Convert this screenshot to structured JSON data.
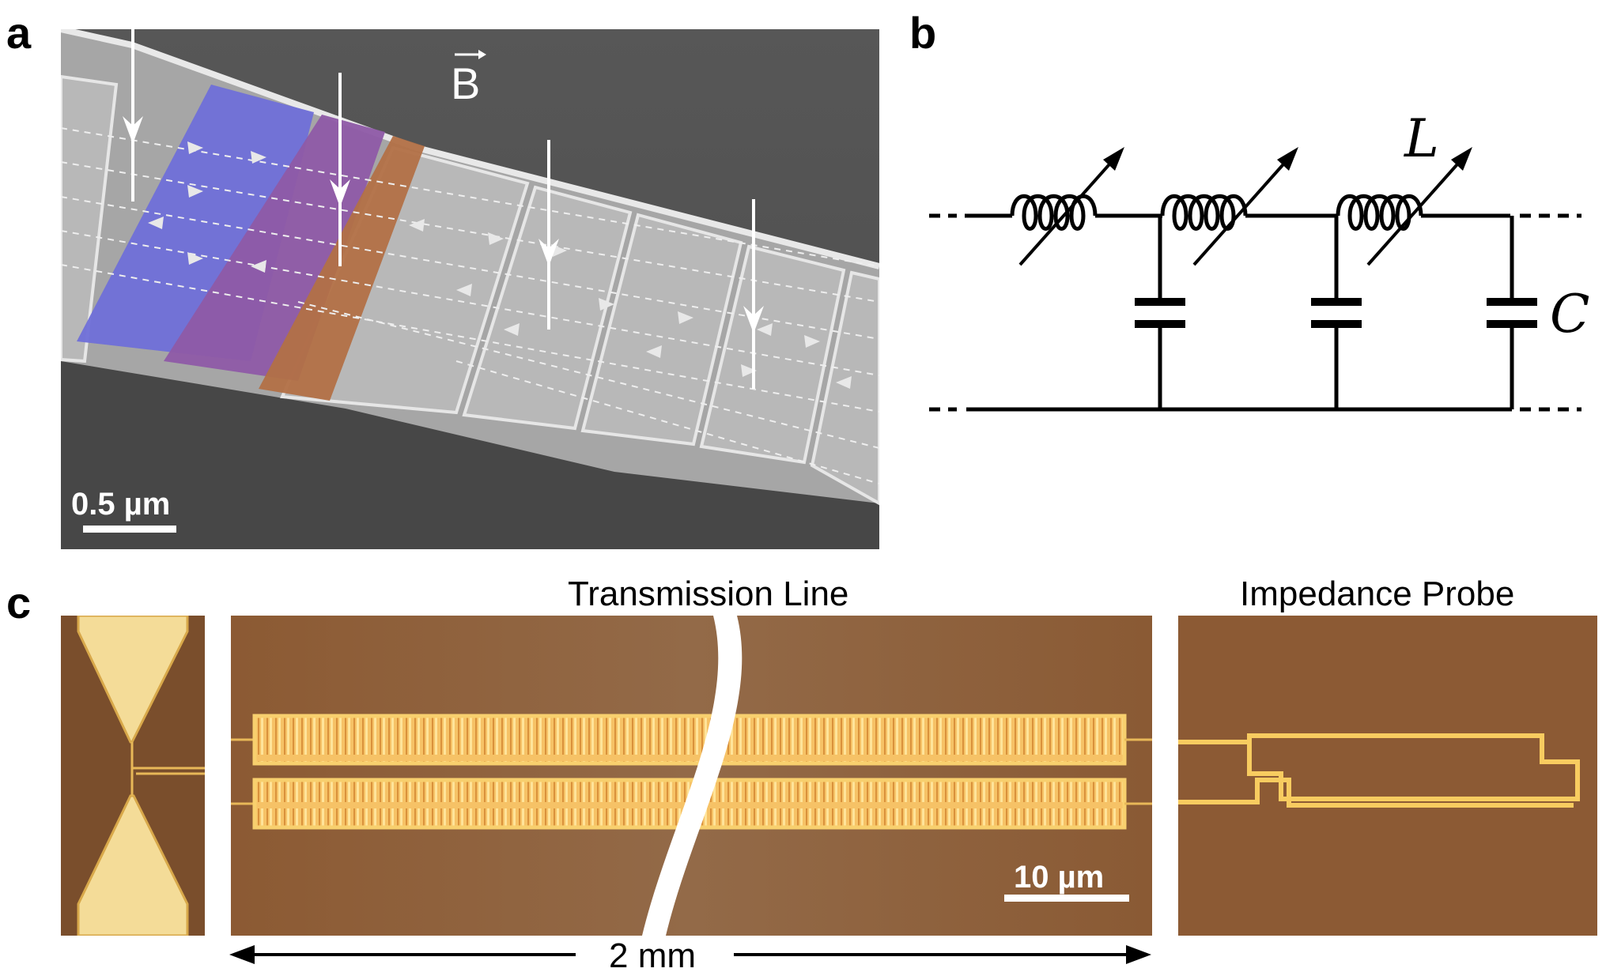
{
  "panels": {
    "a": {
      "label": "a",
      "field_label": "B",
      "scale_bar_label": "0.5 µm"
    },
    "b": {
      "label": "b",
      "inductor_label": "L",
      "capacitor_label": "C"
    },
    "c": {
      "label": "c",
      "transmission_line_title": "Transmission Line",
      "impedance_probe_title": "Impedance Probe",
      "scale_bar_label": "10 µm",
      "length_label": "2 mm"
    }
  },
  "colors": {
    "sem_background": "#5b5b5b",
    "blue_highlight": "#6f6fd8",
    "purple_highlight": "#8e5aa6",
    "orange_highlight": "#b27046",
    "optical_background": "#8b5a34",
    "gold_metal": "#f2c870",
    "pad_light": "#f4dc98"
  }
}
